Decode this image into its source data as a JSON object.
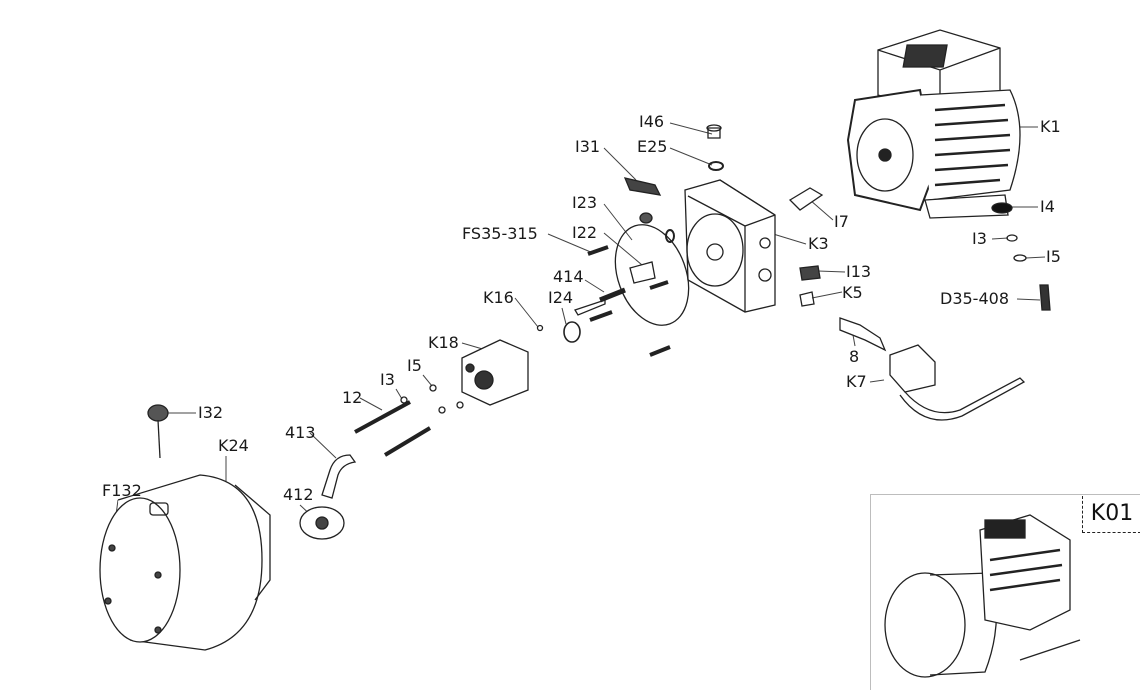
{
  "labels": {
    "I46": "I46",
    "E25": "E25",
    "I31": "I31",
    "K1": "K1",
    "I4": "I4",
    "I3_right": "I3",
    "I5_right": "I5",
    "D35_408": "D35-408",
    "I7": "I7",
    "K3": "K3",
    "I13": "I13",
    "K5": "K5",
    "8": "8",
    "K7": "K7",
    "I23": "I23",
    "FS35_315": "FS35-315",
    "I22": "I22",
    "414": "414",
    "I24": "I24",
    "K16": "K16",
    "K18": "K18",
    "I5_left": "I5",
    "I3_left": "I3",
    "12": "12",
    "I32": "I32",
    "413": "413",
    "K24": "K24",
    "F132": "F132",
    "412": "412"
  },
  "inset": {
    "tag": "K01"
  }
}
